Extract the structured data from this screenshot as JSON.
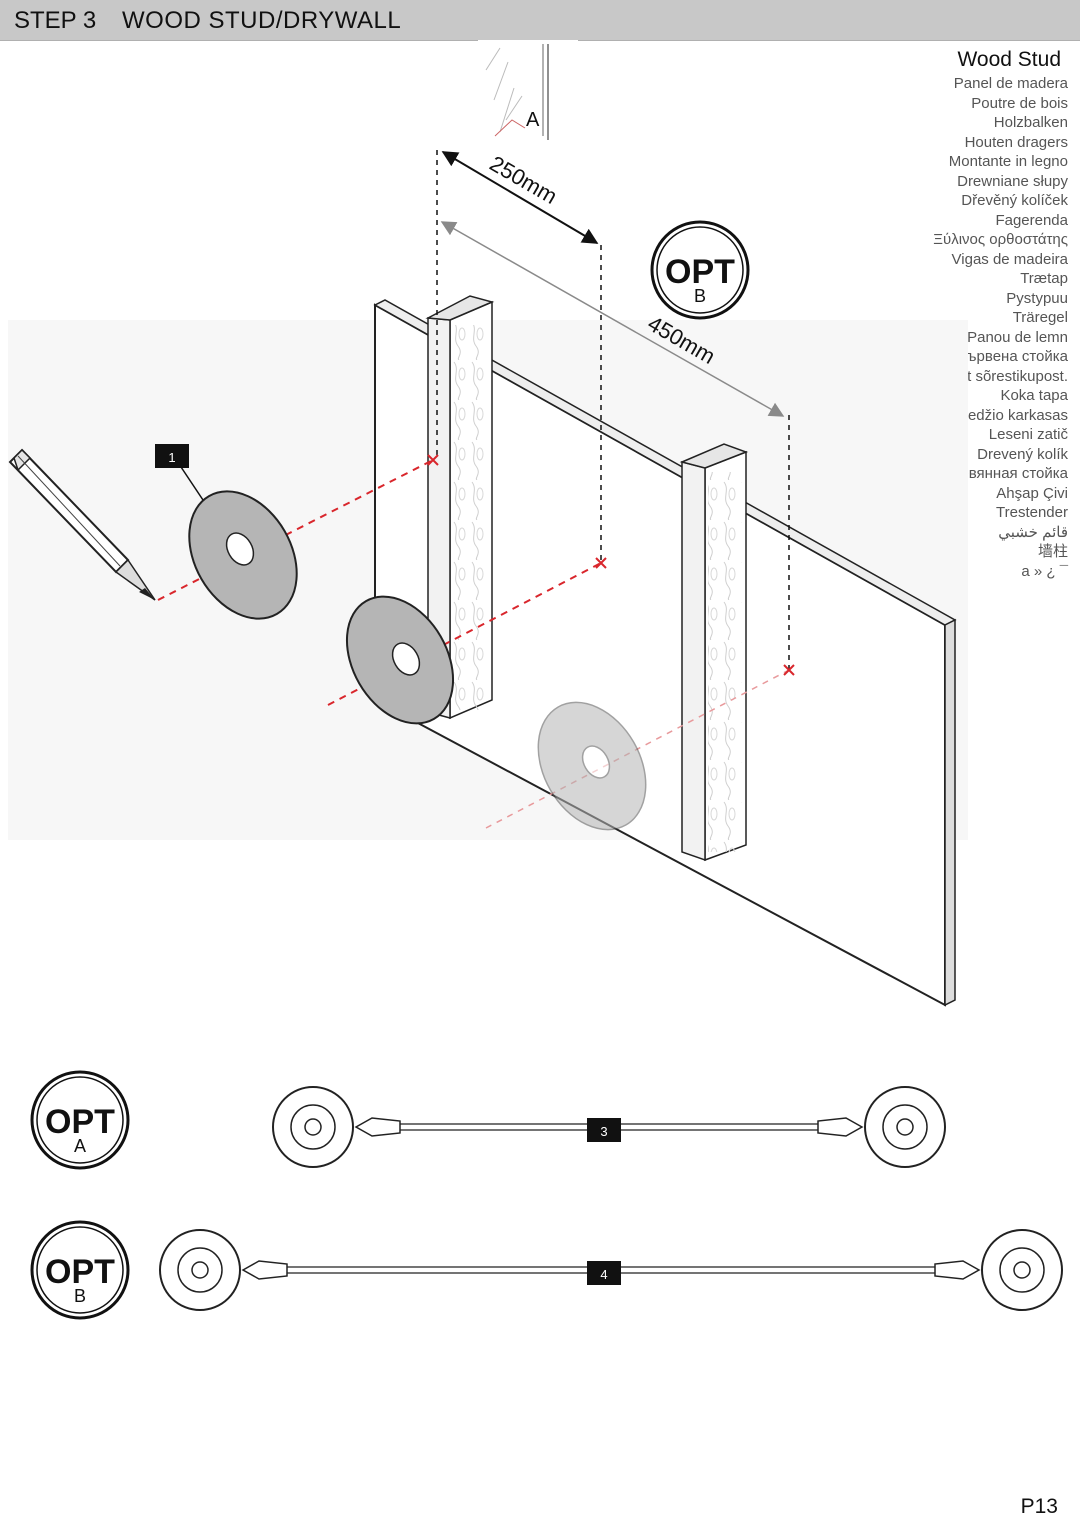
{
  "header": {
    "step": "STEP 3",
    "title": "WOOD STUD/DRYWALL"
  },
  "legend": {
    "heading": "Wood Stud",
    "translations": [
      "Panel de madera",
      "Poutre de bois",
      "Holzbalken",
      "Houten dragers",
      "Montante in legno",
      "Drewniane słupy",
      "Dřevěný kolíček",
      "Fagerenda",
      "Ξύλινος ορθοστάτης",
      "Vigas de madeira",
      "Trætap",
      "Pystypuu",
      "Träregel",
      "Panou de lemn",
      "Дървена стойка",
      "Puidust sõrestikupost.",
      "Koka tapa",
      "Medžio karkasas",
      "Leseni zatič",
      "Drevený kolík",
      "Деревянная стойка",
      "Ahşap Çivi",
      "Trestender",
      "قائم خشبي",
      "墙柱",
      "a  » ¿ ¯"
    ]
  },
  "diagram": {
    "detail_label": "A",
    "dim_a": "250mm",
    "dim_b": "450mm",
    "opt_badge_main": {
      "word": "OPT",
      "sub": "B"
    },
    "callout_1": "1"
  },
  "options": [
    {
      "word": "OPT",
      "sub": "A",
      "part_number": "3"
    },
    {
      "word": "OPT",
      "sub": "B",
      "part_number": "4"
    }
  ],
  "footer": {
    "page": "P13"
  }
}
